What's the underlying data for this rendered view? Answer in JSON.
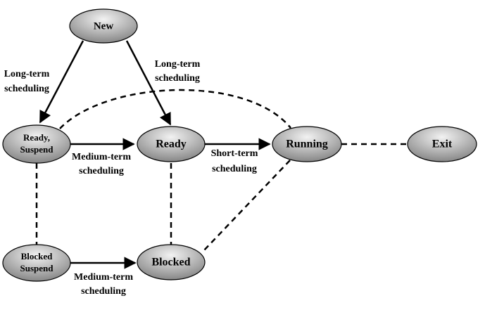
{
  "colors": {
    "node_light": "#f2f2f2",
    "node_dark": "#7f7f7f",
    "line": "#000000"
  },
  "nodes": {
    "new": "New",
    "ready_suspend_line1": "Ready,",
    "ready_suspend_line2": "Suspend",
    "ready": "Ready",
    "running": "Running",
    "exit": "Exit",
    "blocked_suspend_line1": "Blocked",
    "blocked_suspend_line2": "Suspend",
    "blocked": "Blocked"
  },
  "edges": {
    "long_term_left_line1": "Long-term",
    "long_term_left_line2": "scheduling",
    "long_term_right_line1": "Long-term",
    "long_term_right_line2": "scheduling",
    "medium_term_top_line1": "Medium-term",
    "medium_term_top_line2": "scheduling",
    "short_term_line1": "Short-term",
    "short_term_line2": "scheduling",
    "medium_term_bottom_line1": "Medium-term",
    "medium_term_bottom_line2": "scheduling"
  }
}
